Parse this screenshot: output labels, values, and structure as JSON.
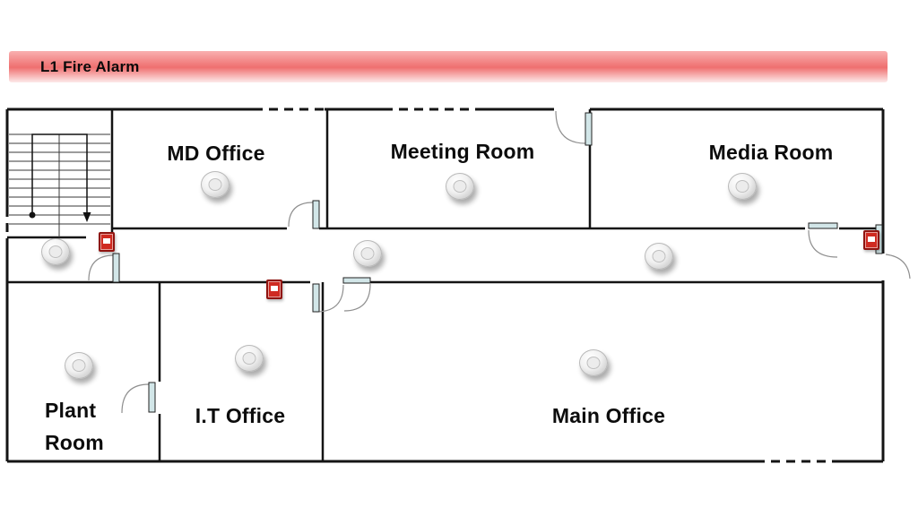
{
  "header": {
    "title": "L1 Fire Alarm"
  },
  "rooms": {
    "md_office": {
      "label": "MD Office"
    },
    "meeting_room": {
      "label": "Meeting Room"
    },
    "media_room": {
      "label": "Media Room"
    },
    "plant_room": {
      "label": "Plant Room"
    },
    "it_office": {
      "label": "I.T Office"
    },
    "main_office": {
      "label": "Main Office"
    }
  },
  "devices": {
    "smoke_detectors": [
      {
        "location": "md-office"
      },
      {
        "location": "meeting-room"
      },
      {
        "location": "media-room"
      },
      {
        "location": "corridor-left"
      },
      {
        "location": "corridor-middle"
      },
      {
        "location": "corridor-right"
      },
      {
        "location": "plant-room"
      },
      {
        "location": "it-office"
      },
      {
        "location": "main-office"
      }
    ],
    "call_points": [
      {
        "location": "stairwell"
      },
      {
        "location": "corridor-middle"
      },
      {
        "location": "corridor-right"
      }
    ]
  },
  "colors": {
    "banner_top": "#f9b0b0",
    "banner_mid": "#ef6f6f",
    "banner_bottom": "#fdeaea",
    "wall": "#141414",
    "door_leaf": "#d2e6e8",
    "call_point": "#cf2a21"
  }
}
